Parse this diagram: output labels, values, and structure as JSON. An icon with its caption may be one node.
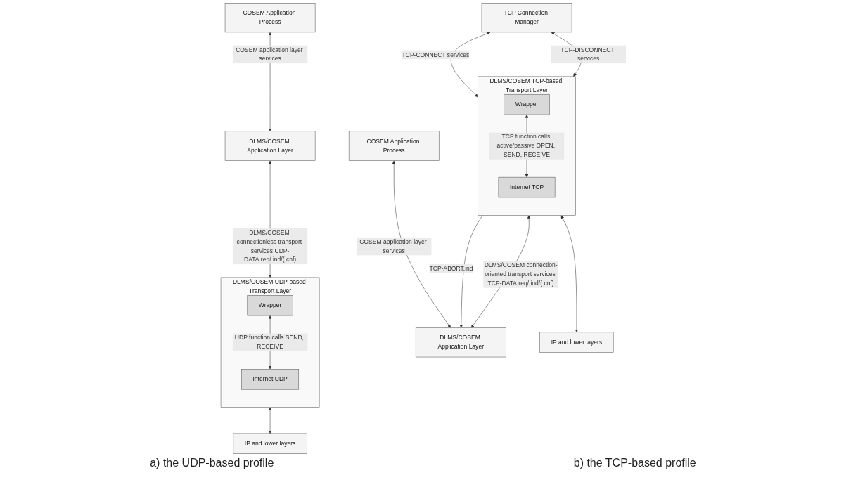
{
  "diagram": {
    "nodes": [
      {
        "text": [
          "COSEM Application Process"
        ]
      },
      {
        "text": [
          "DLMS/COSEM Application Layer"
        ]
      },
      {
        "text": [
          "DLMS/COSEM UDP-based Transport Layer"
        ]
      },
      {
        "text": [
          "Wrapper"
        ],
        "in": 2
      },
      {
        "text": [
          "Internet UDP"
        ],
        "in": 2
      },
      {
        "text": [
          "IP and lower layers"
        ]
      },
      {
        "text": [
          "TCP Connection Manager"
        ]
      },
      {
        "text": [
          "COSEM Application Process"
        ]
      },
      {
        "text": [
          "DLMS/COSEM Application Layer"
        ]
      },
      {
        "text": [
          "DLMS/COSEM TCP-based Transport Layer"
        ]
      },
      {
        "text": [
          "Wrapper"
        ],
        "in": 9
      },
      {
        "text": [
          "Internet TCP"
        ],
        "in": 9
      },
      {
        "text": [
          "IP and lower layers"
        ]
      }
    ],
    "edges": [
      {
        "from": 0,
        "to": 1,
        "arrow": "both",
        "label": "COSEM application layer services"
      },
      {
        "from": 1,
        "to": 2,
        "arrow": "both",
        "label": "DLMS/COSEM connectionless transport services UDP-DATA.req/.ind/(.cnf)"
      },
      {
        "from": 3,
        "to": 4,
        "arrow": "both",
        "label": "UDP function calls SEND, RECEIVE"
      },
      {
        "from": 2,
        "to": 5,
        "arrow": "both"
      },
      {
        "from": 6,
        "to": 9,
        "arrow": "both",
        "label": "TCP-CONNECT services"
      },
      {
        "from": 6,
        "to": 9,
        "arrow": "both",
        "label": "TCP-DISCONNECT services"
      },
      {
        "from": 7,
        "to": 8,
        "arrow": "both",
        "label": "COSEM application layer services"
      },
      {
        "from": 9,
        "to": 8,
        "arrow": "to",
        "label": "TCP-ABORT.ind"
      },
      {
        "from": 8,
        "to": 9,
        "arrow": "both",
        "label": "DLMS/COSEM connection-oriented transport services TCP-DATA.req/.ind/(.cnf)"
      },
      {
        "from": 10,
        "to": 11,
        "arrow": "both",
        "label": "TCP function calls active/passive OPEN, SEND, RECEIVE"
      },
      {
        "from": 9,
        "to": 12,
        "arrow": "both"
      }
    ],
    "labels": [
      "a) the UDP-based profile",
      "b) the TCP-based profile"
    ]
  }
}
